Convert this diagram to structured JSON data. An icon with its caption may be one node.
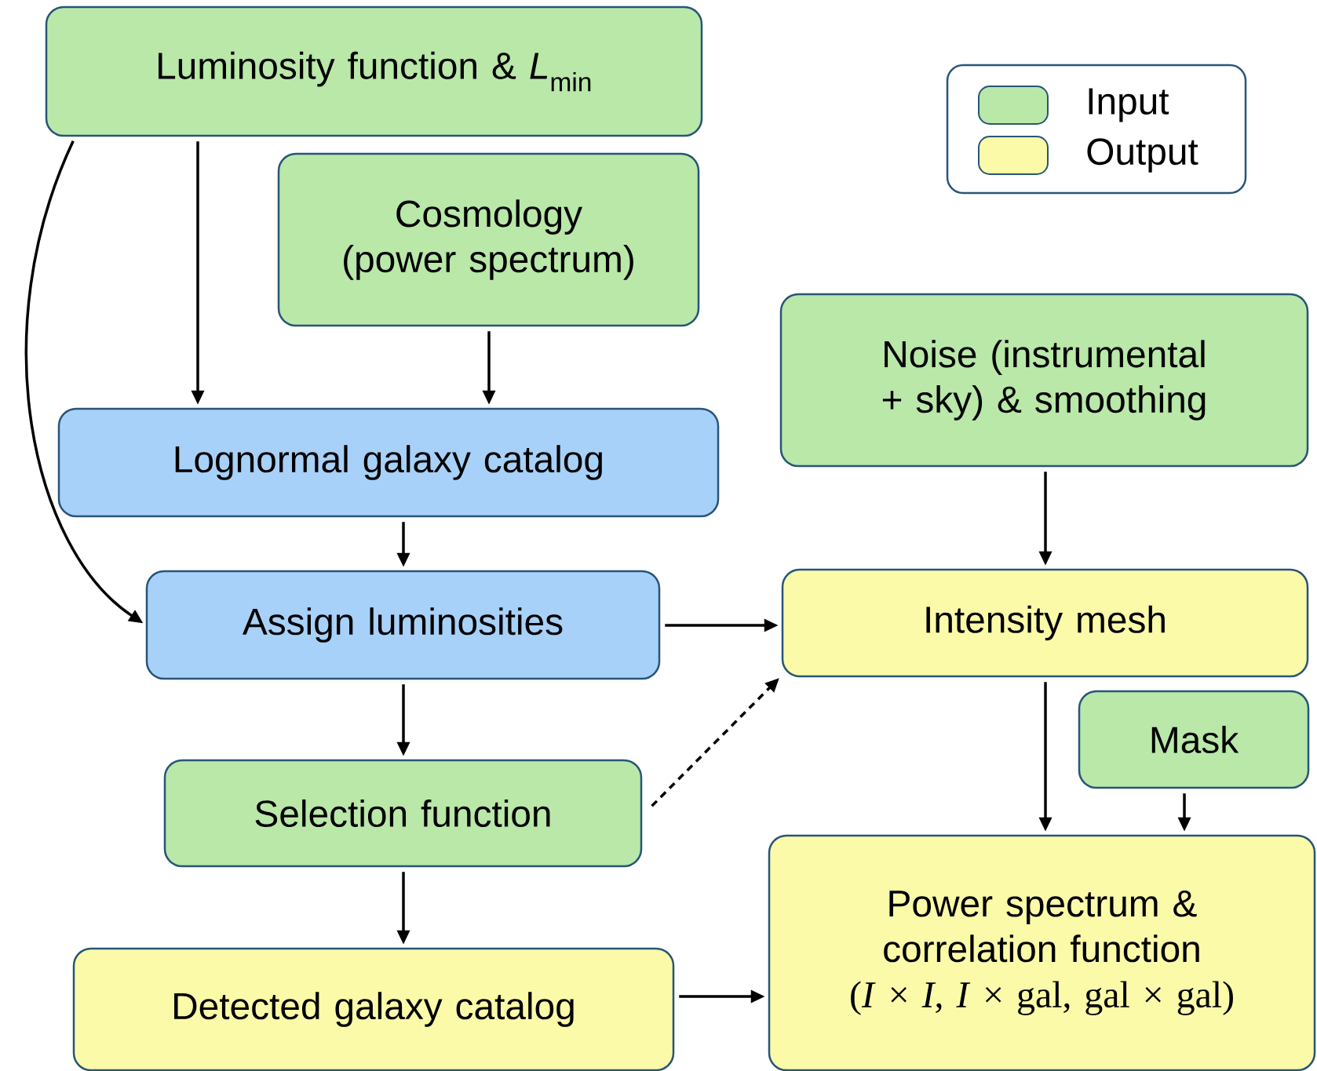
{
  "diagram": {
    "nodes": [
      {
        "text": [
          "Luminosity function & *L*$_{min}$"
        ]
      },
      {
        "text": [
          "Cosmology (power spectrum)"
        ]
      },
      {
        "text": [
          "Noise (instrumental + sky) & smoothing"
        ]
      },
      {
        "text": [
          "Lognormal galaxy catalog"
        ]
      },
      {
        "text": [
          "Assign luminosities"
        ]
      },
      {
        "text": [
          "Intensity mesh"
        ]
      },
      {
        "text": [
          "Mask"
        ]
      },
      {
        "text": [
          "Selection function"
        ]
      },
      {
        "text": [
          "Detected galaxy catalog"
        ]
      },
      {
        "text": [
          "Power spectrum & correlation function",
          "(*I* × *I*, *I* × gal, gal × gal)"
        ]
      }
    ],
    "edges": [
      {
        "from": 0,
        "to": 4,
        "arrow": "to"
      },
      {
        "from": 0,
        "to": 3,
        "arrow": "to"
      },
      {
        "from": 1,
        "to": 3,
        "arrow": "to"
      },
      {
        "from": 3,
        "to": 4,
        "arrow": "to"
      },
      {
        "from": 4,
        "to": 5,
        "arrow": "to"
      },
      {
        "from": 4,
        "to": 7,
        "arrow": "to"
      },
      {
        "from": 7,
        "to": 5,
        "arrow": "to",
        "style": "dashed"
      },
      {
        "from": 2,
        "to": 5,
        "arrow": "to"
      },
      {
        "from": 5,
        "to": 9,
        "arrow": "to"
      },
      {
        "from": 6,
        "to": 9,
        "arrow": "to"
      },
      {
        "from": 7,
        "to": 8,
        "arrow": "to"
      },
      {
        "from": 8,
        "to": 9,
        "arrow": "to"
      }
    ],
    "legend": [
      {
        "text": "Input",
        "color": "#b9e8a9"
      },
      {
        "text": "Output",
        "color": "#fafaa9"
      }
    ]
  }
}
